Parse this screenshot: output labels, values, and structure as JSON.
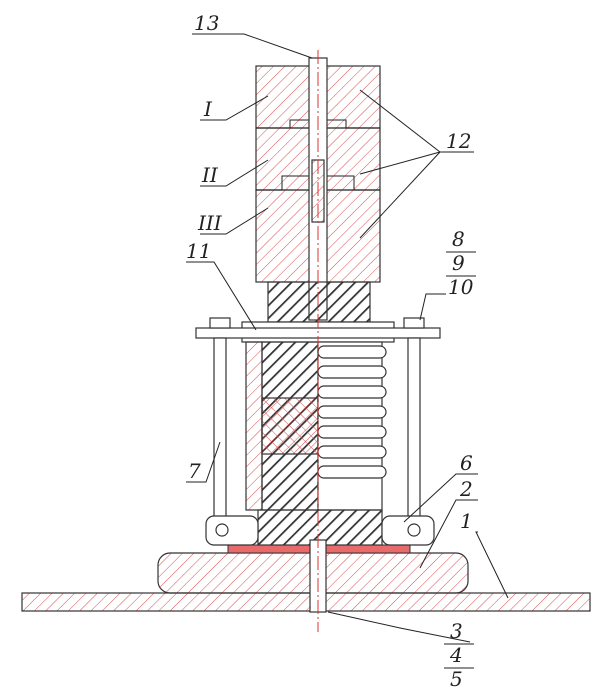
{
  "callouts": {
    "c1": "1",
    "c2": "2",
    "c3": "3",
    "c4": "4",
    "c5": "5",
    "c6": "6",
    "c7": "7",
    "c8": "8",
    "c9": "9",
    "c10": "10",
    "c11": "11",
    "c12": "12",
    "c13": "13",
    "cI": "I",
    "cII": "II",
    "cIII": "III"
  },
  "colors": {
    "hatch_red": "#d85050",
    "hatch_dark": "#333333",
    "axis": "#dd3333"
  }
}
